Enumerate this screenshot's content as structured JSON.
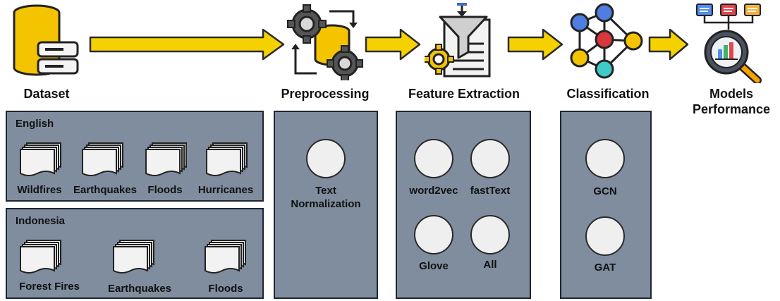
{
  "stages": {
    "dataset": "Dataset",
    "preprocessing": "Preprocessing",
    "feature_extraction": "Feature Extraction",
    "classification": "Classification",
    "models_performance": [
      "Models",
      "Performance"
    ]
  },
  "dataset_panels": {
    "english": {
      "title": "English",
      "items": [
        "Wildfires",
        "Earthquakes",
        "Floods",
        "Hurricanes"
      ]
    },
    "indonesia": {
      "title": "Indonesia",
      "items": [
        "Forest Fires",
        "Earthquakes",
        "Floods"
      ]
    }
  },
  "preprocessing_panel": {
    "items": [
      [
        "Text",
        "Normalization"
      ]
    ]
  },
  "feature_panel": {
    "items": [
      "word2vec",
      "fastText",
      "Glove",
      "All"
    ]
  },
  "classification_panel": {
    "items": [
      "GCN",
      "GAT"
    ]
  },
  "colors": {
    "panel": "#7f8d9e",
    "arrow": "#f5d100",
    "database": "#f5c400",
    "node_blue": "#4f7de0",
    "node_red": "#d9363e",
    "node_yellow": "#f5c400",
    "node_teal": "#3fc9c9"
  },
  "icons": [
    "database-icon",
    "gears-database-icon",
    "funnel-document-icon",
    "neural-network-icon",
    "analytics-magnifier-icon"
  ]
}
